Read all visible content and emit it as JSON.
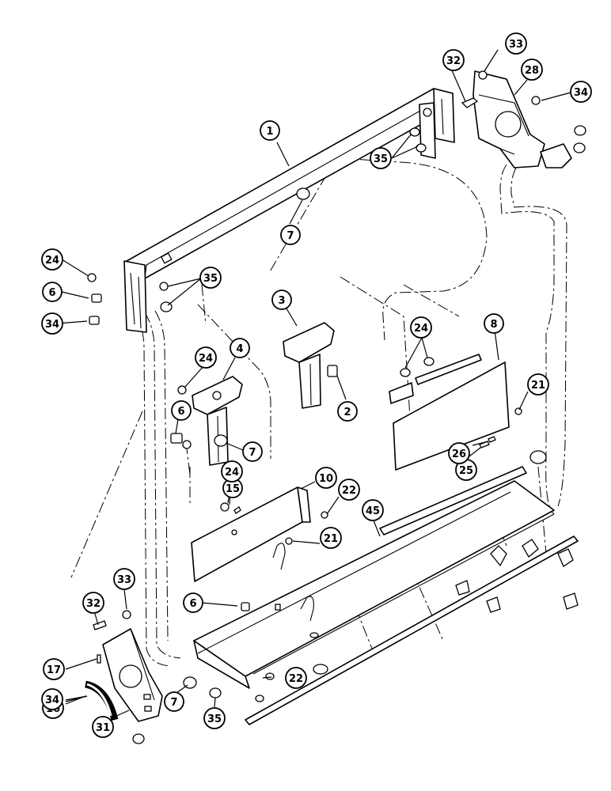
{
  "diagram": {
    "callouts": [
      {
        "id": "c1",
        "label": "1"
      },
      {
        "id": "c2",
        "label": "2"
      },
      {
        "id": "c3",
        "label": "3"
      },
      {
        "id": "c4",
        "label": "4"
      },
      {
        "id": "c6a",
        "label": "6"
      },
      {
        "id": "c6b",
        "label": "6"
      },
      {
        "id": "c6c",
        "label": "6"
      },
      {
        "id": "c7a",
        "label": "7"
      },
      {
        "id": "c7b",
        "label": "7"
      },
      {
        "id": "c7c",
        "label": "7"
      },
      {
        "id": "c8",
        "label": "8"
      },
      {
        "id": "c10",
        "label": "10"
      },
      {
        "id": "c15",
        "label": "15"
      },
      {
        "id": "c16",
        "label": "16"
      },
      {
        "id": "c17",
        "label": "17"
      },
      {
        "id": "c21a",
        "label": "21"
      },
      {
        "id": "c21b",
        "label": "21"
      },
      {
        "id": "c22a",
        "label": "22"
      },
      {
        "id": "c22b",
        "label": "22"
      },
      {
        "id": "c24a",
        "label": "24"
      },
      {
        "id": "c24b",
        "label": "24"
      },
      {
        "id": "c24c",
        "label": "24"
      },
      {
        "id": "c24d",
        "label": "24"
      },
      {
        "id": "c25",
        "label": "25"
      },
      {
        "id": "c26",
        "label": "26"
      },
      {
        "id": "c28",
        "label": "28"
      },
      {
        "id": "c31",
        "label": "31"
      },
      {
        "id": "c32a",
        "label": "32"
      },
      {
        "id": "c32b",
        "label": "32"
      },
      {
        "id": "c33a",
        "label": "33"
      },
      {
        "id": "c33b",
        "label": "33"
      },
      {
        "id": "c34a",
        "label": "34"
      },
      {
        "id": "c34b",
        "label": "34"
      },
      {
        "id": "c34c",
        "label": "34"
      },
      {
        "id": "c35a",
        "label": "35"
      },
      {
        "id": "c35b",
        "label": "35"
      },
      {
        "id": "c35c",
        "label": "35"
      },
      {
        "id": "c45",
        "label": "45"
      }
    ]
  }
}
